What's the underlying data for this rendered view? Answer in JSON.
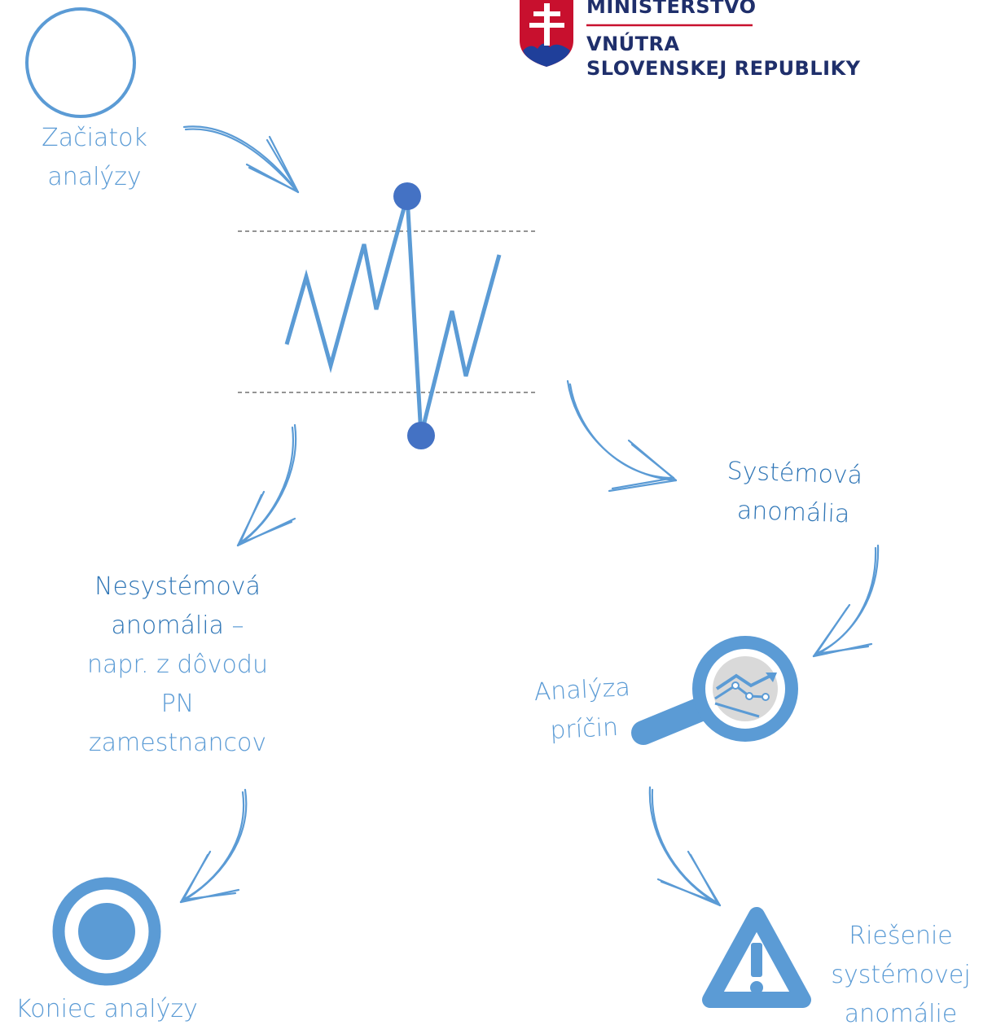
{
  "logo": {
    "line1": "MINISTERSTVO",
    "line2": "VNÚTRA",
    "line3": "SLOVENSKEJ REPUBLIKY"
  },
  "nodes": {
    "start": {
      "line1": "Začiatok",
      "line2": "analýzy"
    },
    "systemic": {
      "line1": "Systémová",
      "line2": "anomália"
    },
    "nonsystemic": {
      "line1": "Nesystémová",
      "line2_strong": "anomália",
      "line2_rest": " –",
      "line3": "napr. z dôvodu",
      "line4": "PN",
      "line5": "zamestnancov"
    },
    "cause": {
      "line1": "Analýza",
      "line2": "príčin"
    },
    "end": {
      "line1": "Koniec analýzy"
    },
    "solution": {
      "line1": "Riešenie",
      "line2": "systémovej",
      "line3": "anomálie"
    }
  },
  "colors": {
    "accent": "#5b9bd5",
    "dot": "#4472c4",
    "logo_red": "#c8102e",
    "logo_blue": "#1f2f6b"
  }
}
